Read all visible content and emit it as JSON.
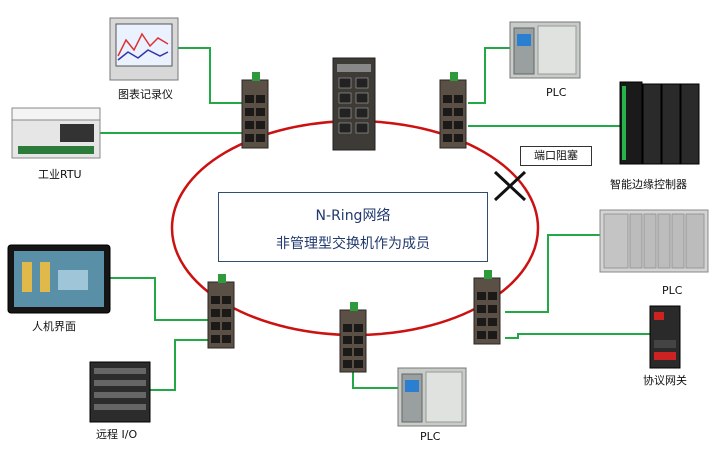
{
  "center": {
    "line1": "N-Ring网络",
    "line2": "非管理型交换机作为成员"
  },
  "port_block_label": "端口阻塞",
  "devices": {
    "recorder": "图表记录仪",
    "rtu": "工业RTU",
    "hmi": "人机界面",
    "remote_io": "远程 I/O",
    "plc_top": "PLC",
    "edge": "智能边缘控制器",
    "plc_right": "PLC",
    "gateway": "协议网关",
    "plc_bottom": "PLC"
  },
  "colors": {
    "ring": "#cc1111",
    "link": "#22a845",
    "switch": "#5a5046",
    "box_text": "#203a6e"
  }
}
